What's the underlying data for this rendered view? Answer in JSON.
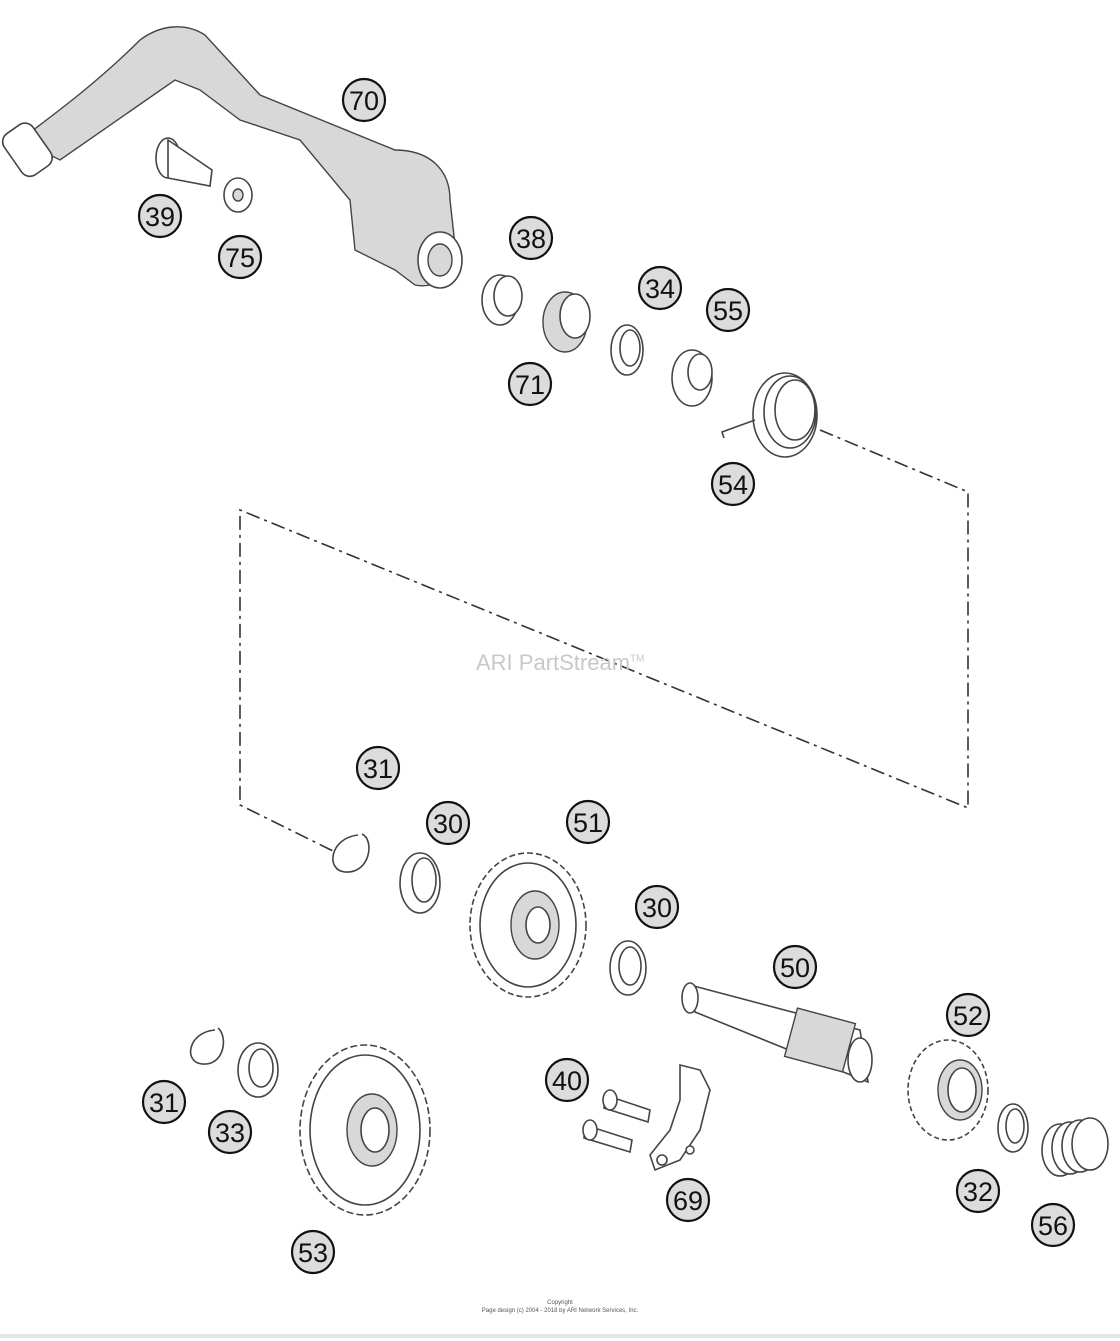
{
  "watermark": {
    "text": "ARI PartStream",
    "tm": "TM"
  },
  "footer": {
    "line1": "Copyright",
    "line2": "Page design (c) 2004 - 2018 by ARI Network Services, Inc."
  },
  "callouts": [
    {
      "id": "c70",
      "label": "70"
    },
    {
      "id": "c39",
      "label": "39"
    },
    {
      "id": "c75",
      "label": "75"
    },
    {
      "id": "c38",
      "label": "38"
    },
    {
      "id": "c71",
      "label": "71"
    },
    {
      "id": "c34",
      "label": "34"
    },
    {
      "id": "c55",
      "label": "55"
    },
    {
      "id": "c54",
      "label": "54"
    },
    {
      "id": "c31a",
      "label": "31"
    },
    {
      "id": "c30a",
      "label": "30"
    },
    {
      "id": "c51",
      "label": "51"
    },
    {
      "id": "c30b",
      "label": "30"
    },
    {
      "id": "c50",
      "label": "50"
    },
    {
      "id": "c52",
      "label": "52"
    },
    {
      "id": "c40",
      "label": "40"
    },
    {
      "id": "c31b",
      "label": "31"
    },
    {
      "id": "c33",
      "label": "33"
    },
    {
      "id": "c69",
      "label": "69"
    },
    {
      "id": "c32",
      "label": "32"
    },
    {
      "id": "c56",
      "label": "56"
    },
    {
      "id": "c53",
      "label": "53"
    }
  ]
}
